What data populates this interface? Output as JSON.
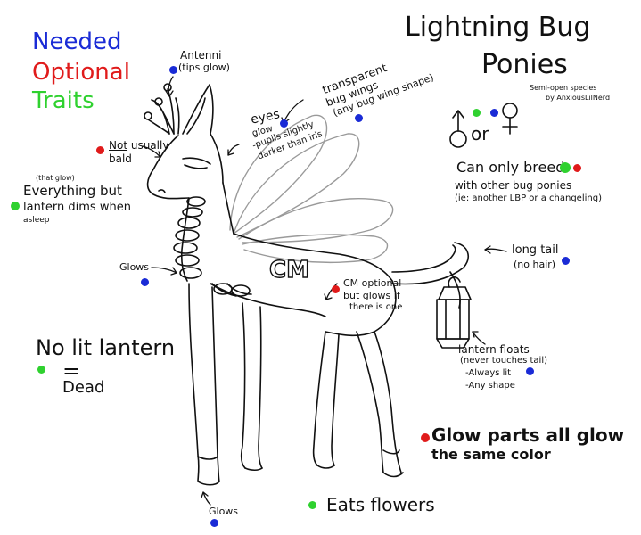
{
  "title": {
    "line1": "Lightning Bug",
    "line2": "Ponies"
  },
  "credit": {
    "line1": "Semi-open species",
    "line2": "by AnxiousLilNerd"
  },
  "legend": {
    "needed": "Needed",
    "optional": "Optional",
    "traits": "Traits"
  },
  "colors": {
    "needed": "#1a2bd6",
    "optional": "#e01b1b",
    "traits": "#2fd12f",
    "ink": "#111111",
    "wing": "#9a9a9a"
  },
  "labels": {
    "antenni": {
      "line1": "Antenni",
      "line2": "(tips glow)"
    },
    "not_usually": {
      "prefix": "Not",
      "rest": " usually",
      "line2": "bald"
    },
    "eyes": {
      "line1": "eyes",
      "line2": "glow",
      "line3": "-pupils slightly",
      "line4": "darker than iris"
    },
    "wings": {
      "line1": "transparent",
      "line2": "bug wings",
      "line3": "(any bug wing shape)"
    },
    "everything": {
      "small": "(that glow)",
      "line1": "Everything but",
      "line2": "lantern dims when",
      "line3": "asleep"
    },
    "glows_chest": "Glows",
    "glows_hoof": "Glows",
    "cm_mark": "CM",
    "cm_optional": {
      "line1": "CM optional",
      "line2": "but glows if",
      "line3": "there is one"
    },
    "breed": {
      "line1": "Can only breed",
      "line2": "with other bug ponies",
      "line3": "(ie: another LBP or a changeling)"
    },
    "gender_or": "or",
    "long_tail": {
      "line1": "long tail",
      "line2": "(no hair)"
    },
    "lantern": {
      "line1": "lantern floats",
      "line2": "(never touches tail)",
      "line3": "-Always lit",
      "line4": "-Any shape"
    },
    "no_lantern": {
      "line1": "No lit lantern",
      "eq": "=",
      "line2": "Dead"
    },
    "glow_parts": {
      "line1": "Glow parts all glow",
      "line2": "the same color"
    },
    "eats": "Eats flowers"
  },
  "icons": [
    "female-symbol-icon",
    "male-symbol-icon",
    "lantern-icon",
    "arrow-icon"
  ]
}
